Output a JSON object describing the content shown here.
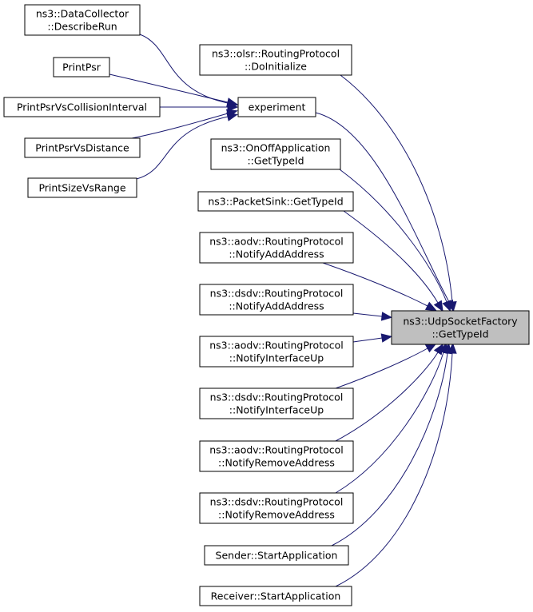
{
  "graph": {
    "edge_color": "#191970",
    "focus_fill": "#bfbfbf",
    "nodes": {
      "target": [
        "ns3::UdpSocketFactory",
        "::GetTypeId"
      ],
      "experiment": [
        "experiment"
      ],
      "datacollector": [
        "ns3::DataCollector",
        "::DescribeRun"
      ],
      "printpsr": [
        "PrintPsr"
      ],
      "printpsrvscollision": [
        "PrintPsrVsCollisionInterval"
      ],
      "printpsrvsdistance": [
        "PrintPsrVsDistance"
      ],
      "printsizevsrange": [
        "PrintSizeVsRange"
      ],
      "olsr_doinit": [
        "ns3::olsr::RoutingProtocol",
        "::DoInitialize"
      ],
      "onoff_gettypeid": [
        "ns3::OnOffApplication",
        "::GetTypeId"
      ],
      "packetsink_gettypeid": [
        "ns3::PacketSink::GetTypeId"
      ],
      "aodv_addaddr": [
        "ns3::aodv::RoutingProtocol",
        "::NotifyAddAddress"
      ],
      "dsdv_addaddr": [
        "ns3::dsdv::RoutingProtocol",
        "::NotifyAddAddress"
      ],
      "aodv_ifup": [
        "ns3::aodv::RoutingProtocol",
        "::NotifyInterfaceUp"
      ],
      "dsdv_ifup": [
        "ns3::dsdv::RoutingProtocol",
        "::NotifyInterfaceUp"
      ],
      "aodv_rmaddr": [
        "ns3::aodv::RoutingProtocol",
        "::NotifyRemoveAddress"
      ],
      "dsdv_rmaddr": [
        "ns3::dsdv::RoutingProtocol",
        "::NotifyRemoveAddress"
      ],
      "sender_start": [
        "Sender::StartApplication"
      ],
      "receiver_start": [
        "Receiver::StartApplication"
      ]
    },
    "edges": [
      [
        "datacollector",
        "experiment"
      ],
      [
        "printpsr",
        "experiment"
      ],
      [
        "printpsrvscollision",
        "experiment"
      ],
      [
        "printpsrvsdistance",
        "experiment"
      ],
      [
        "printsizevsrange",
        "experiment"
      ],
      [
        "experiment",
        "target"
      ],
      [
        "olsr_doinit",
        "target"
      ],
      [
        "onoff_gettypeid",
        "target"
      ],
      [
        "packetsink_gettypeid",
        "target"
      ],
      [
        "aodv_addaddr",
        "target"
      ],
      [
        "dsdv_addaddr",
        "target"
      ],
      [
        "aodv_ifup",
        "target"
      ],
      [
        "dsdv_ifup",
        "target"
      ],
      [
        "aodv_rmaddr",
        "target"
      ],
      [
        "dsdv_rmaddr",
        "target"
      ],
      [
        "sender_start",
        "target"
      ],
      [
        "receiver_start",
        "target"
      ]
    ]
  }
}
